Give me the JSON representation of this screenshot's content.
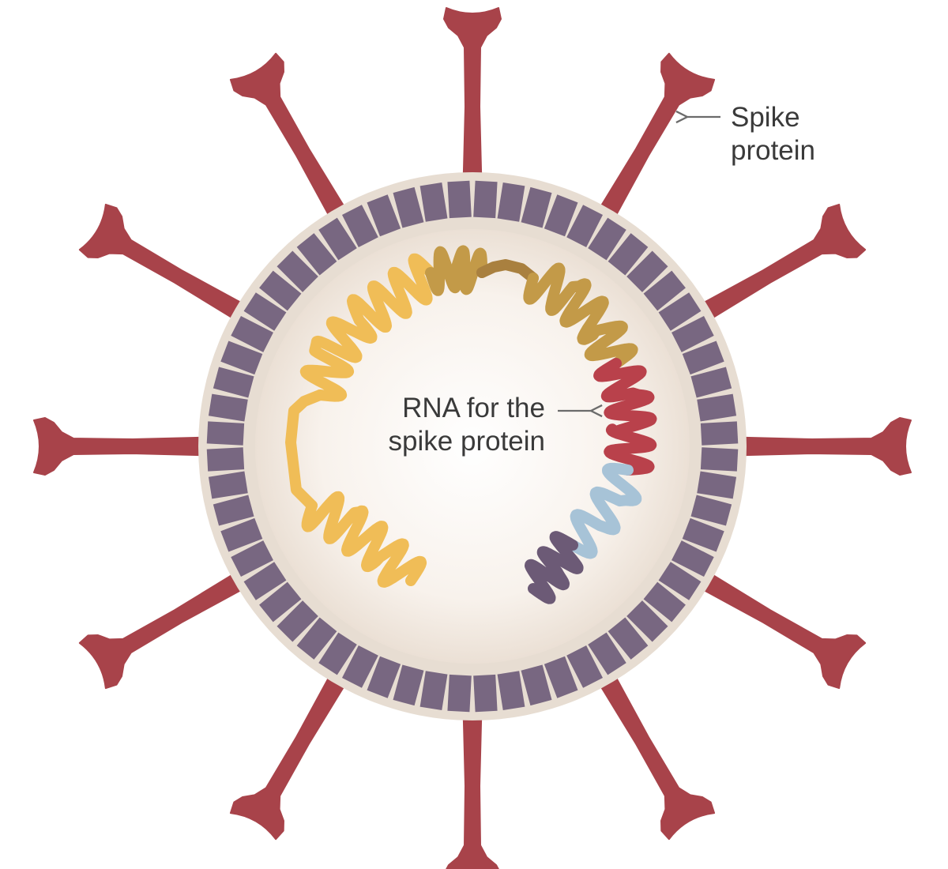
{
  "labels": {
    "spike_protein": {
      "line1": "Spike",
      "line2": "protein"
    },
    "rna_spike": {
      "line1": "RNA for the",
      "line2": "spike protein"
    }
  },
  "colors": {
    "spike": "#a8434a",
    "envelope": "#e7ddd2",
    "membrane_protein": "#786781",
    "interior_center": "#fdfbf8",
    "interior_edge": "#ece2d8",
    "rna_yellow": "#f0bd57",
    "rna_gold": "#c39a48",
    "rna_brown": "#a9803f",
    "rna_red": "#b9414b",
    "rna_lightblue": "#a7c3d7",
    "rna_purple": "#6c5a76",
    "label_text": "#3a3a3a",
    "arrow": "#6b6b6b"
  }
}
